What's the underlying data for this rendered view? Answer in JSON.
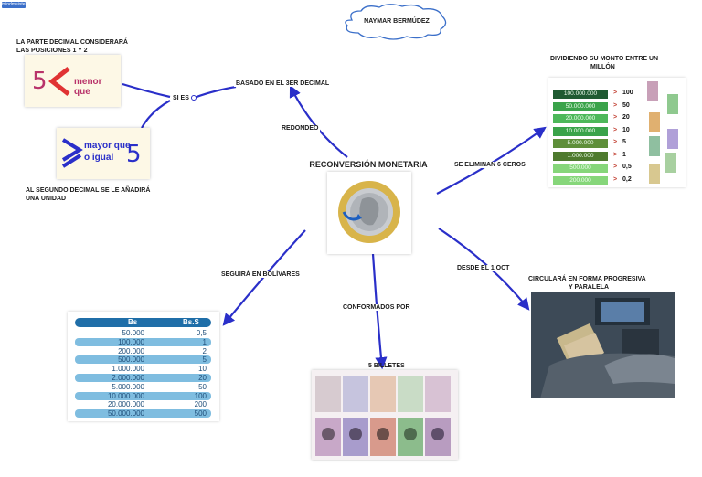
{
  "app_logo": "mindmeister",
  "title": "NAYMAR BERMÚDEZ",
  "central_topic": "RECONVERSIÓN MONETARIA",
  "branches": {
    "redondeo": "REDONDEO",
    "basado": "BASADO EN EL 3ER DECIMAL",
    "si_es": "SI ES",
    "parte_decimal": [
      "LA PARTE DECIMAL CONSIDERARÁ",
      "LAS POSICIONES 1 Y 2"
    ],
    "menor_que": "menor que",
    "mayor_que": [
      "mayor que",
      "o igual"
    ],
    "cinco": "5",
    "segundo_decimal": [
      "AL SEGUNDO DECIMAL SE LE AÑADIRÁ",
      "UNA UNIDAD"
    ],
    "eliminan": "SE ELIMINAN 6 CEROS",
    "dividiendo": [
      "DIVIDIENDO SU MONTO ENTRE UN",
      "MILLÓN"
    ],
    "seguira": "SEGUIRÁ EN BOLÍVARES",
    "conformados": "CONFORMADOS POR",
    "billetes": "5 BILLETES",
    "desde": "DESDE EL 1 OCT",
    "circulara": [
      "CIRCULARÁ EN FORMA PROGRESIVA",
      "Y PARALELA"
    ]
  },
  "table": {
    "headers": [
      "Bs",
      "Bs.S"
    ],
    "rows": [
      [
        "50.000",
        "0,5"
      ],
      [
        "100.000",
        "1"
      ],
      [
        "200.000",
        "2"
      ],
      [
        "500.000",
        "5"
      ],
      [
        "1.000.000",
        "10"
      ],
      [
        "2.000.000",
        "20"
      ],
      [
        "5.000.000",
        "50"
      ],
      [
        "10.000.000",
        "100"
      ],
      [
        "20.000.000",
        "200"
      ],
      [
        "50.000.000",
        "500"
      ]
    ]
  },
  "conversion": [
    {
      "from": "100.000.000",
      "to": "100",
      "color": "#1f5a32"
    },
    {
      "from": "50.000.000",
      "to": "50",
      "color": "#3aa34a"
    },
    {
      "from": "20.000.000",
      "to": "20",
      "color": "#4db85a"
    },
    {
      "from": "10.000.000",
      "to": "10",
      "color": "#3aa34a"
    },
    {
      "from": "5.000.000",
      "to": "5",
      "color": "#5e8f3a"
    },
    {
      "from": "1.000.000",
      "to": "1",
      "color": "#4e7a2e"
    },
    {
      "from": "500.000",
      "to": "0,5",
      "color": "#86d67a"
    },
    {
      "from": "200.000",
      "to": "0,2",
      "color": "#86d67a"
    }
  ],
  "conv_gt": ">",
  "colors": {
    "arrow": "#2a2fc9",
    "cloud": "#3b6fc9",
    "table_header": "#1f6ea8",
    "table_alt": "#7fbde0"
  }
}
